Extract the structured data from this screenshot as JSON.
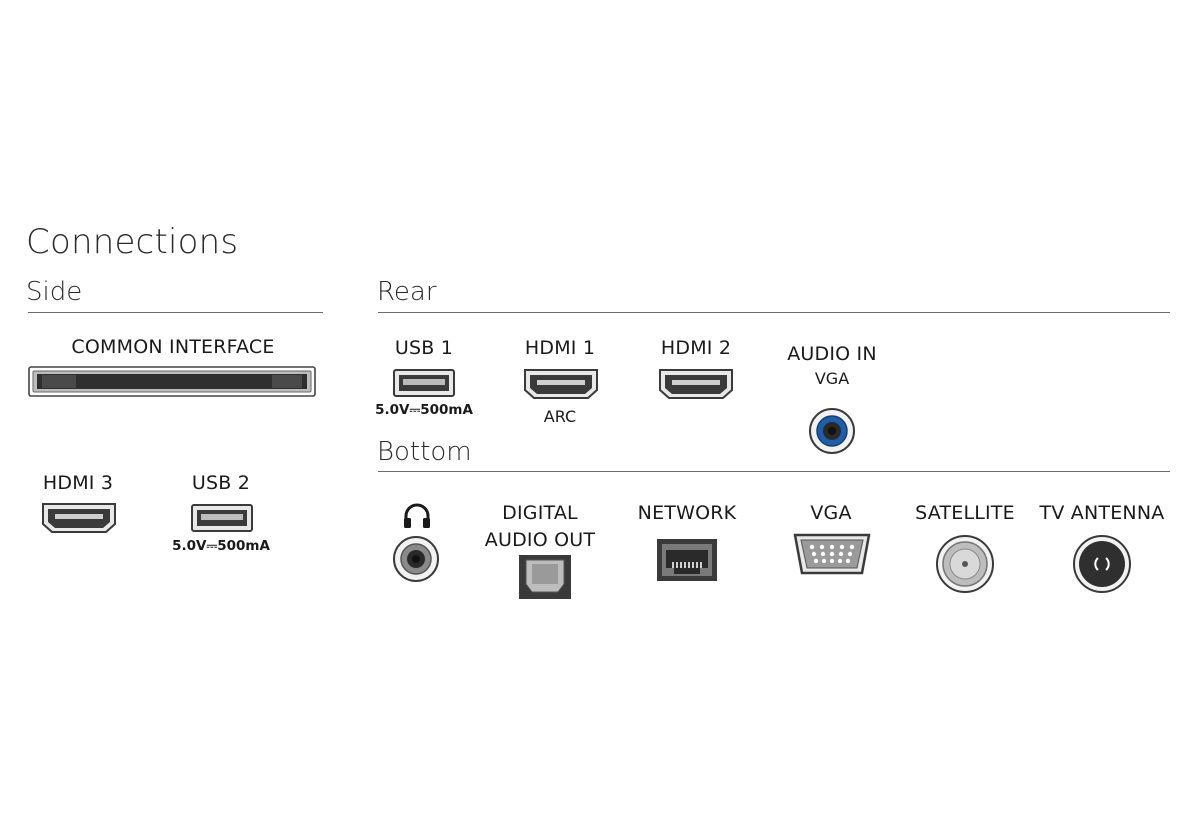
{
  "title": "Connections",
  "sections": {
    "side": "Side",
    "rear": "Rear",
    "bottom": "Bottom"
  },
  "side": {
    "common_interface": "COMMON INTERFACE",
    "hdmi3": "HDMI 3",
    "usb2": "USB 2",
    "usb2_rating": "5.0V⎓500mA"
  },
  "rear": {
    "usb1": "USB 1",
    "usb1_rating": "5.0V⎓500mA",
    "hdmi1": "HDMI 1",
    "hdmi1_sub": "ARC",
    "hdmi2": "HDMI 2",
    "audio_in": "AUDIO IN",
    "audio_in_sub": "VGA"
  },
  "bottom": {
    "digital_audio_out_line1": "DIGITAL",
    "digital_audio_out_line2": "AUDIO OUT",
    "network": "NETWORK",
    "vga": "VGA",
    "satellite": "SATELLITE",
    "tv_antenna": "TV ANTENNA"
  },
  "colors": {
    "port_dark": "#3a3a3a",
    "port_mid": "#8a8a8a",
    "audio_in_accent": "#1f5fa8"
  }
}
